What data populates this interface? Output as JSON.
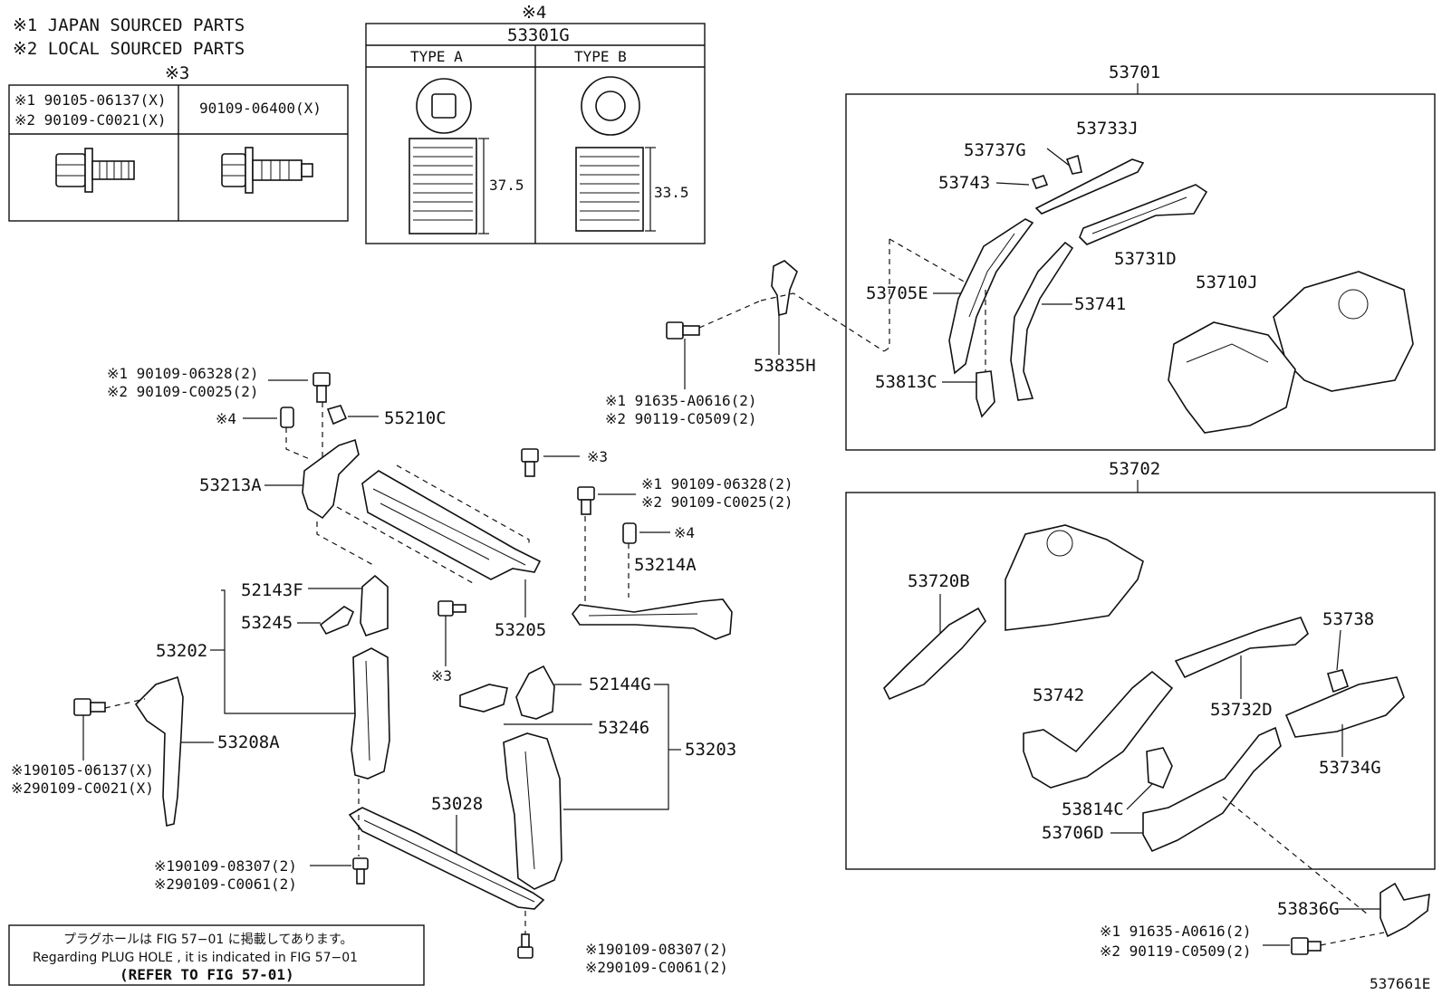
{
  "legend": {
    "line1": "※1  JAPAN SOURCED PARTS",
    "line2": "※2  LOCAL SOURCED PARTS"
  },
  "bolt_table": {
    "mark": "※3",
    "left_row1": "※1 90105-06137(X)",
    "left_row2": "※2 90109-C0021(X)",
    "right_row": "90109-06400(X)"
  },
  "nut_table": {
    "mark": "※4",
    "part": "53301G",
    "type_a": "TYPE A",
    "type_b": "TYPE B",
    "dim_a": "37.5",
    "dim_b": "33.5"
  },
  "labels": {
    "p53701": "53701",
    "p53702": "53702",
    "p53733J": "53733J",
    "p53737G": "53737G",
    "p53743": "53743",
    "p53731D": "53731D",
    "p53705E": "53705E",
    "p53741": "53741",
    "p53710J": "53710J",
    "p53813C": "53813C",
    "p53835H": "53835H",
    "f_a0616_1": "※1 91635-A0616(2)",
    "f_c0509_1": "※2 90119-C0509(2)",
    "f_06328_1": "※1 90109-06328(2)",
    "f_c0025_1": "※2 90109-C0025(2)",
    "mark4_1": "※4",
    "p55210C": "55210C",
    "p53213A": "53213A",
    "mark3_1": "※3",
    "f_06328_2": "※1 90109-06328(2)",
    "f_c0025_2": "※2 90109-C0025(2)",
    "mark4_2": "※4",
    "p53214A": "53214A",
    "p52143F": "52143F",
    "p53245": "53245",
    "p53202": "53202",
    "p53205": "53205",
    "mark3_2": "※3",
    "p52144G": "52144G",
    "p53246": "53246",
    "p53203": "53203",
    "p53208A": "53208A",
    "f_06137": "※190105-06137(X)",
    "f_c0021": "※290109-C0021(X)",
    "p53028": "53028",
    "f_08307_1": "※190109-08307(2)",
    "f_c0061_1": "※290109-C0061(2)",
    "f_08307_2": "※190109-08307(2)",
    "f_c0061_2": "※290109-C0061(2)",
    "p53720B": "53720B",
    "p53738": "53738",
    "p53742": "53742",
    "p53732D": "53732D",
    "p53734G": "53734G",
    "p53814C": "53814C",
    "p53706D": "53706D",
    "p53836G": "53836G",
    "f_a0616_2": "※1 91635-A0616(2)",
    "f_c0509_2": "※2 90119-C0509(2)"
  },
  "note": {
    "jp": "プラグホールは FIG 57−01 に掲載してあります。",
    "en": "Regarding  PLUG  HOLE , it is indicated in  FIG  57−01",
    "ref": "(REFER TO FIG 57-01)"
  },
  "figure_id": "537661E"
}
